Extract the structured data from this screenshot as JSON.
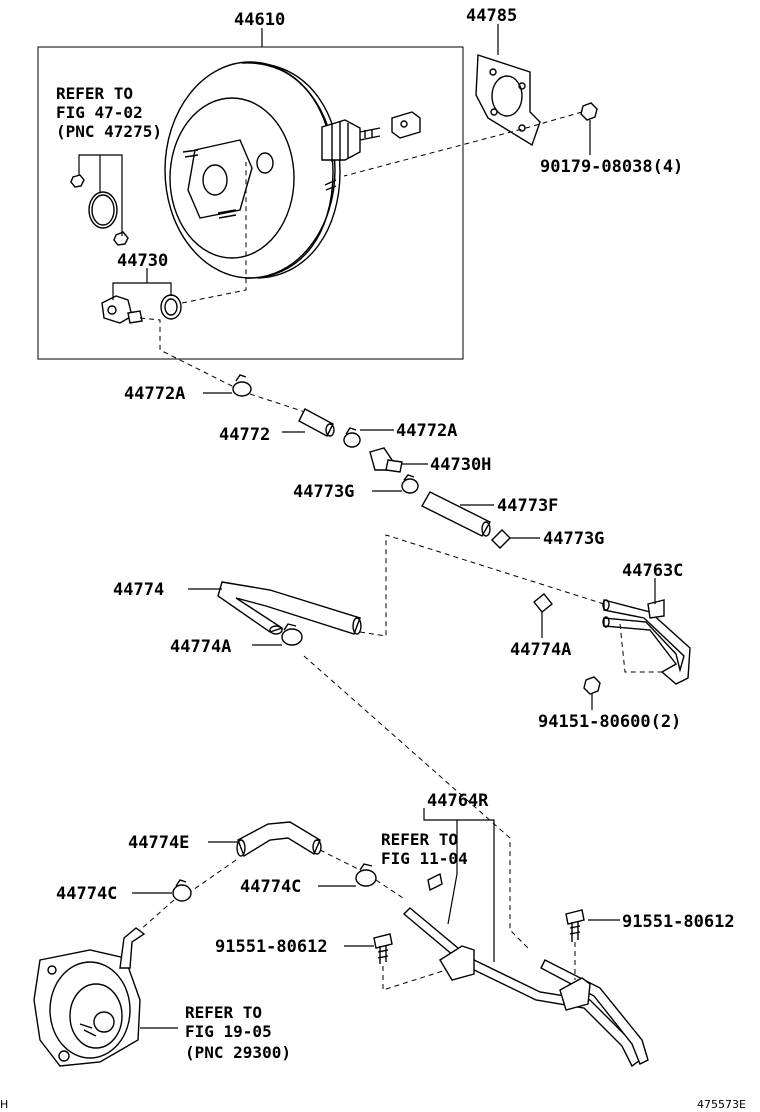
{
  "labels": {
    "booster": "44610",
    "gasket": "44785",
    "nut_90179": "90179-08038(4)",
    "valve_44730": "44730",
    "clamp_44772a_1": "44772A",
    "hose_44772": "44772",
    "clamp_44772a_2": "44772A",
    "valve_44730h": "44730H",
    "clamp_44773g_1": "44773G",
    "hose_44773f": "44773F",
    "clamp_44773g_2": "44773G",
    "hose_44774": "44774",
    "clamp_44774a_1": "44774A",
    "pipe_44763c": "44763C",
    "clamp_44774a_2": "44774A",
    "nut_94151": "94151-80600(2)",
    "pipe_44764r": "44764R",
    "hose_44774e": "44774E",
    "clamp_44774c_1": "44774C",
    "clamp_44774c_2": "44774C",
    "bolt_91551_right": "91551-80612",
    "bolt_91551_left": "91551-80612"
  },
  "refs": {
    "ref1": {
      "line1": "REFER TO",
      "line2": "FIG 47-02",
      "line3": "(PNC 47275)"
    },
    "ref2": {
      "line1": "REFER TO",
      "line2": "FIG 11-04"
    },
    "ref3": {
      "line1": "REFER TO",
      "line2": "FIG 19-05",
      "line3": "(PNC 29300)"
    }
  },
  "footer": {
    "diagram_code": "475573E",
    "corner_mark": "H"
  }
}
